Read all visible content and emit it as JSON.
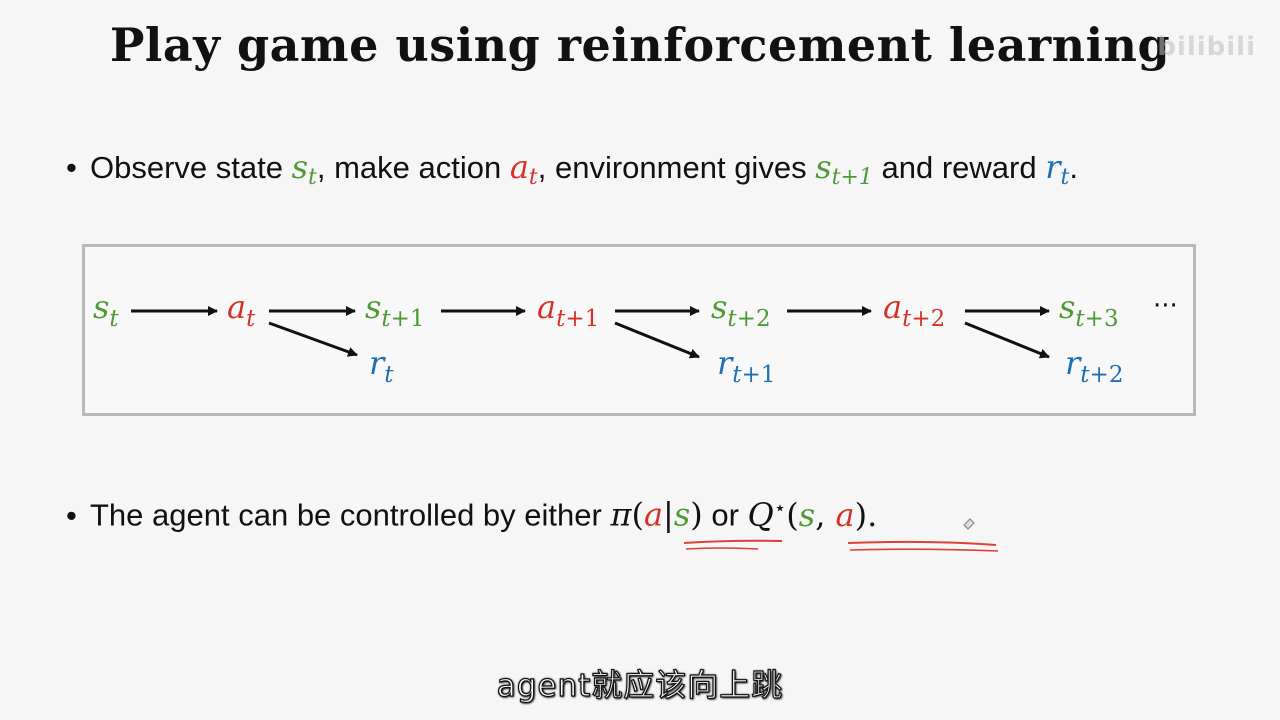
{
  "slide": {
    "title": "Play game using reinforcement learning",
    "watermark": "bilibili"
  },
  "bullet1": {
    "p1": "Observe state ",
    "s_t": "s",
    "t": "t",
    "p2": ", make action ",
    "a_t": "a",
    "p3": ", environment gives ",
    "s_next": "s",
    "t_plus_1": "t+1",
    "p4": " and reward ",
    "r_t": "r",
    "p5": "."
  },
  "diagram": {
    "nodes": [
      {
        "sym": "s",
        "sub": "t",
        "color": "#4e9a35"
      },
      {
        "sym": "a",
        "sub": "t",
        "color": "#d9312a"
      },
      {
        "sym": "s",
        "sub": "t+1",
        "color": "#4e9a35"
      },
      {
        "sym": "r",
        "sub": "t",
        "color": "#1f6fb5"
      },
      {
        "sym": "a",
        "sub": "t+1",
        "color": "#d9312a"
      },
      {
        "sym": "s",
        "sub": "t+2",
        "color": "#4e9a35"
      },
      {
        "sym": "r",
        "sub": "t+1",
        "color": "#1f6fb5"
      },
      {
        "sym": "a",
        "sub": "t+2",
        "color": "#d9312a"
      },
      {
        "sym": "s",
        "sub": "t+3",
        "color": "#4e9a35"
      },
      {
        "sym": "r",
        "sub": "t+2",
        "color": "#1f6fb5"
      }
    ],
    "ellipsis": "···"
  },
  "bullet2": {
    "p1": "The agent can be controlled by either ",
    "pi": "π",
    "open": "(",
    "a": "a",
    "bar": "|",
    "s": "s",
    "close": ")",
    "or": " or ",
    "Q": "Q",
    "star": "⋆",
    "open2": "(",
    "s2": "s",
    "comma": ", ",
    "a2": "a",
    "close2": ").",
    "dot_end": ""
  },
  "subtitle": "agent就应该向上跳",
  "colors": {
    "state": "#4e9a35",
    "action": "#d9312a",
    "reward": "#1f6fb5",
    "annotation": "#e0403a"
  }
}
